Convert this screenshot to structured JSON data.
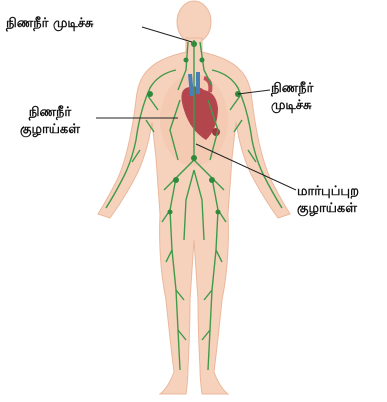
{
  "labels": {
    "neck_node": "நிணநீர் முடிச்சு",
    "arm_node_line1": "நிணநீர்",
    "arm_node_line2": "முடிச்சு",
    "vessels_line1": "நிணநீர்",
    "vessels_line2": "குழாய்கள்",
    "thoracic_line1": "மார்புப்புற",
    "thoracic_line2": "குழாய்கள்"
  }
}
